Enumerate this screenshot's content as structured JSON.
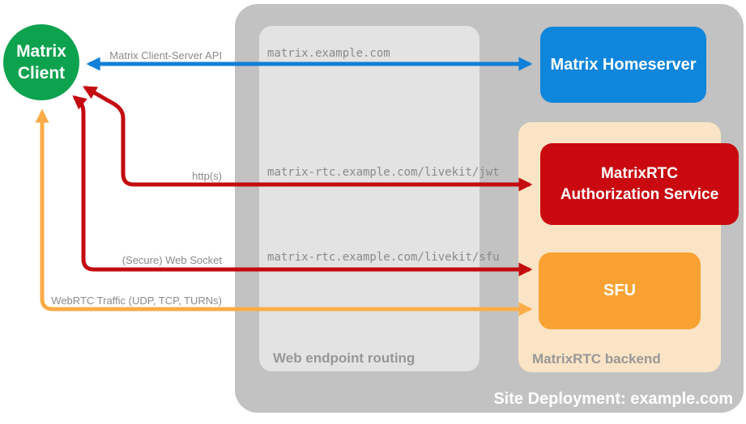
{
  "client": {
    "label": "Matrix Client",
    "color": "#0CA24E"
  },
  "deployment": {
    "label": "Site Deployment: example.com",
    "bg": "#C2C2C2"
  },
  "routing": {
    "label": "Web endpoint routing",
    "bg": "#E3E3E3",
    "endpoints": [
      "matrix.example.com",
      "matrix-rtc.example.com/livekit/jwt",
      "matrix-rtc.example.com/livekit/sfu"
    ]
  },
  "backend": {
    "label": "MatrixRTC backend",
    "bg": "#FBE4C5"
  },
  "nodes": {
    "homeserver": {
      "label": "Matrix Homeserver",
      "color": "#0E86DC"
    },
    "auth_service": {
      "label": "MatrixRTC Authorization Service",
      "color": "#C9090F"
    },
    "sfu": {
      "label": "SFU",
      "color": "#F9A233"
    }
  },
  "connections": [
    {
      "label": "Matrix Client-Server API",
      "color": "#1080D8",
      "from": "Matrix Client",
      "to": "Matrix Homeserver",
      "bidirectional": true
    },
    {
      "label": "http(s)",
      "color": "#C30B10",
      "from": "Matrix Client",
      "to": "MatrixRTC Authorization Service",
      "bidirectional": true
    },
    {
      "label": "(Secure) Web Socket",
      "color": "#C30B10",
      "from": "Matrix Client",
      "to": "SFU",
      "bidirectional": true
    },
    {
      "label": "WebRTC Traffic (UDP, TCP, TURNs)",
      "color": "#FBAC48",
      "from": "Matrix Client",
      "to": "SFU",
      "bidirectional": true
    }
  ],
  "text_colors": {
    "muted_label": "#8A8A8A",
    "section_label": "#979797"
  }
}
